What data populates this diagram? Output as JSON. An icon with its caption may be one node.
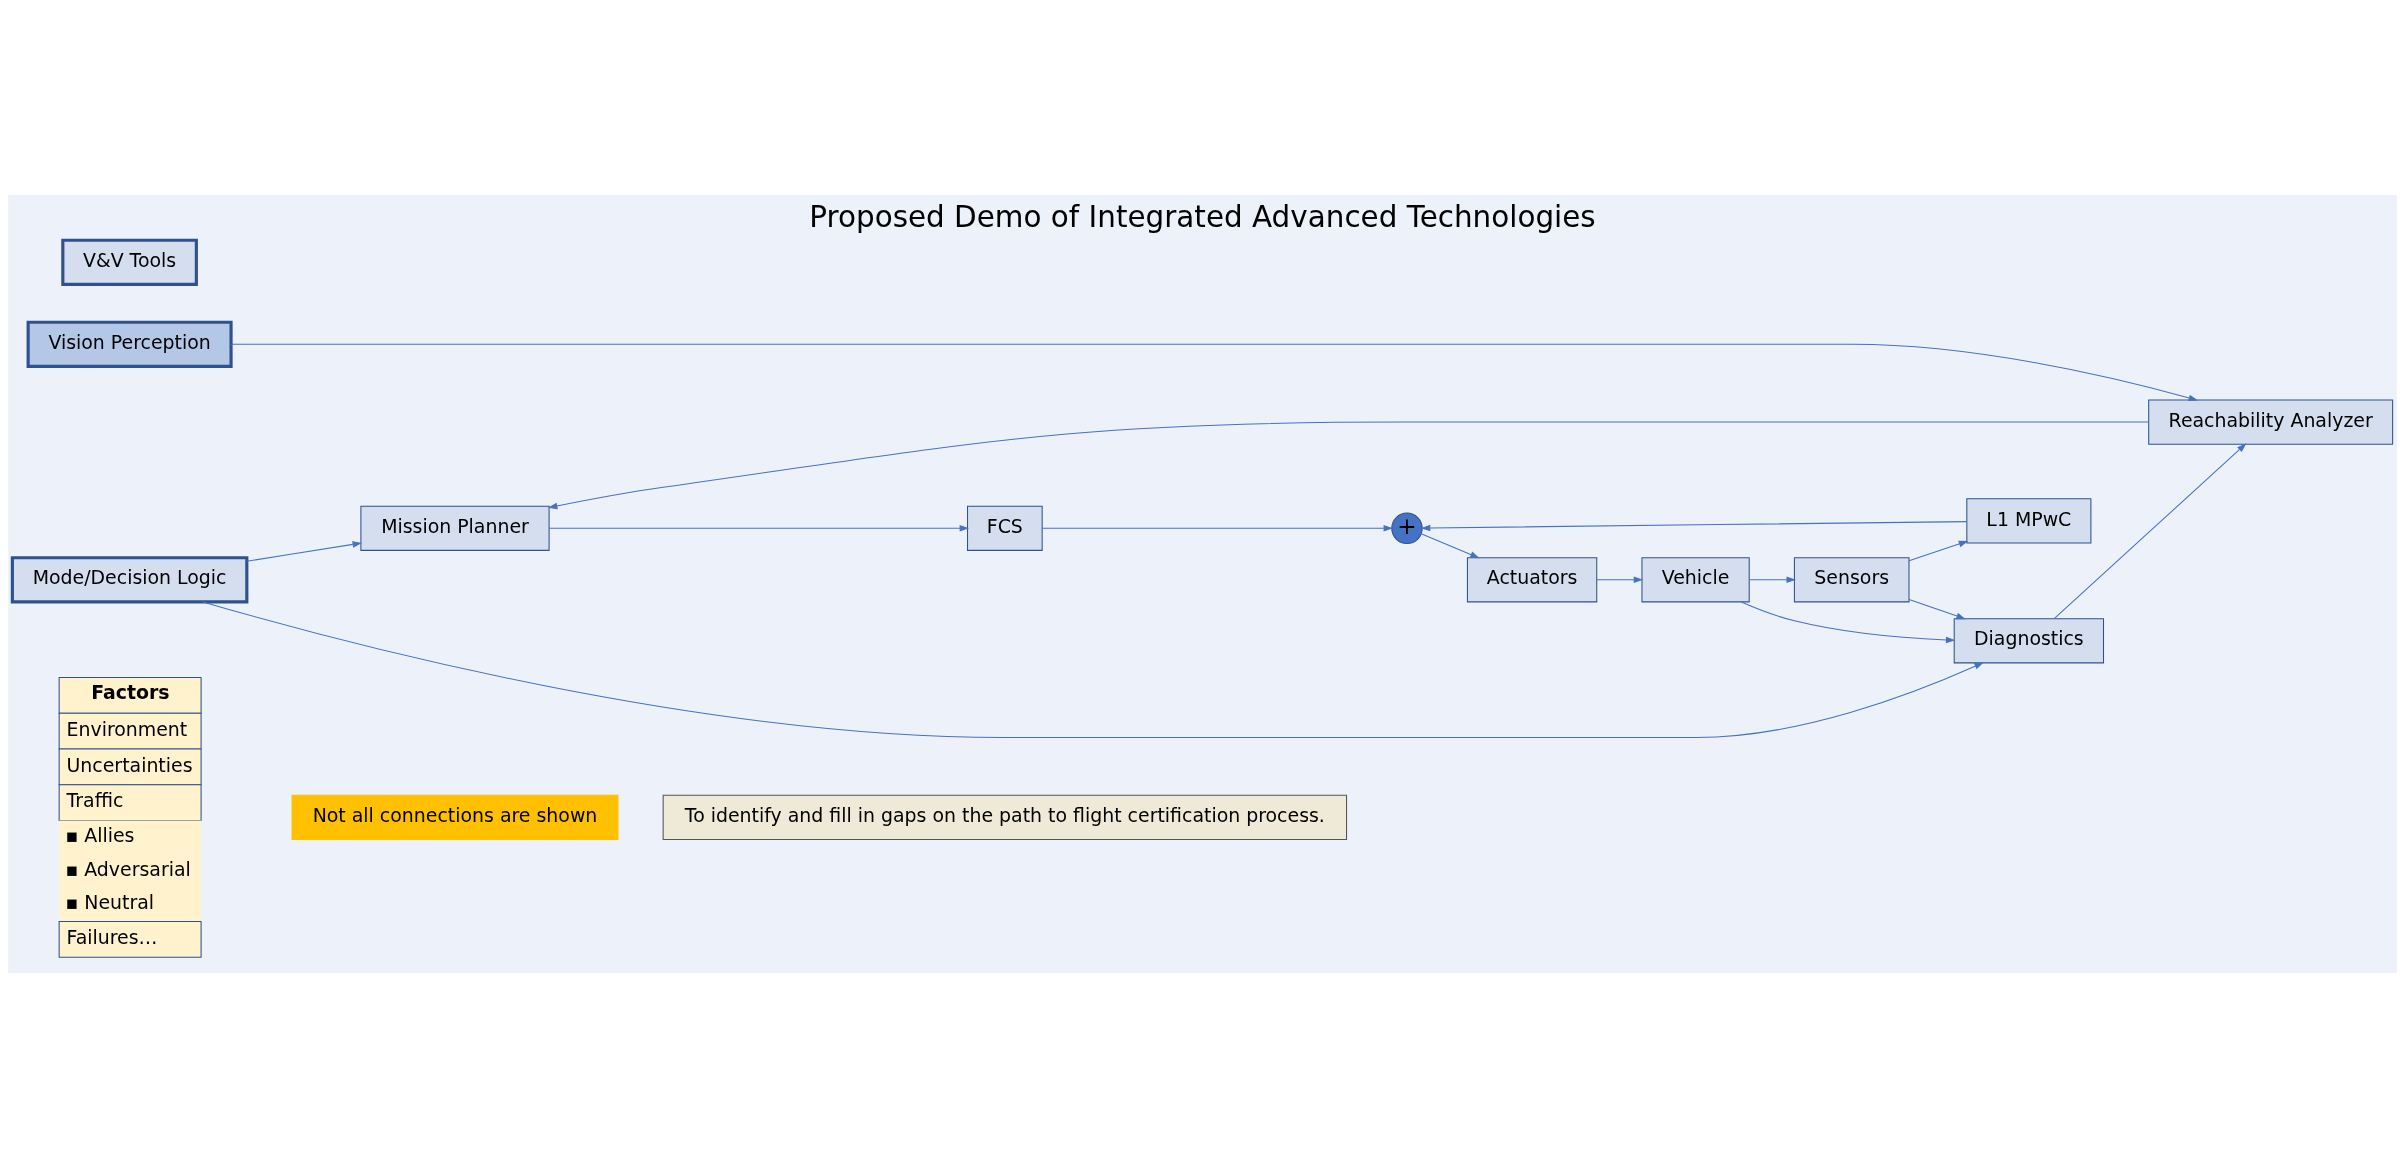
{
  "diagram": {
    "title": "Proposed Demo of Integrated Advanced Technologies",
    "nodes": [
      {
        "text": [
          "Factors",
          "Environment",
          "Uncertainties",
          "Traffic",
          "▪ Allies",
          "▪ Adversarial",
          "▪ Neutral",
          "Failures…"
        ]
      },
      {
        "text": [
          "Mode/Decision Logic"
        ]
      },
      {
        "text": [
          "Vision Perception"
        ]
      },
      {
        "text": [
          "V&V Tools"
        ]
      },
      {
        "text": [
          "Mission Planner"
        ]
      },
      {
        "text": [
          "FCS"
        ]
      },
      {
        "text": [
          "+"
        ]
      },
      {
        "text": [
          "Actuators"
        ]
      },
      {
        "text": [
          "Vehicle"
        ]
      },
      {
        "text": [
          "Sensors"
        ]
      },
      {
        "text": [
          "Diagnostics"
        ]
      },
      {
        "text": [
          "L1 MPwC"
        ]
      },
      {
        "text": [
          "Reachability Analyzer"
        ]
      },
      {
        "text": [
          "Not all connections are shown"
        ]
      },
      {
        "text": [
          "To identify and fill in gaps on the path to flight certification process."
        ]
      }
    ],
    "edges": [
      {
        "from": 1,
        "to": 4,
        "arrow": "to"
      },
      {
        "from": 1,
        "to": 10,
        "arrow": "to"
      },
      {
        "from": 2,
        "to": 12,
        "arrow": "to"
      },
      {
        "from": 12,
        "to": 4,
        "arrow": "to"
      },
      {
        "from": 4,
        "to": 5,
        "arrow": "to"
      },
      {
        "from": 5,
        "to": 6,
        "arrow": "to"
      },
      {
        "from": 6,
        "to": 7,
        "arrow": "to"
      },
      {
        "from": 7,
        "to": 8,
        "arrow": "to"
      },
      {
        "from": 8,
        "to": 9,
        "arrow": "to"
      },
      {
        "from": 8,
        "to": 10,
        "arrow": "to"
      },
      {
        "from": 9,
        "to": 10,
        "arrow": "to"
      },
      {
        "from": 9,
        "to": 11,
        "arrow": "to"
      },
      {
        "from": 11,
        "to": 6,
        "arrow": "to"
      },
      {
        "from": 10,
        "to": 12,
        "arrow": "to"
      }
    ]
  }
}
